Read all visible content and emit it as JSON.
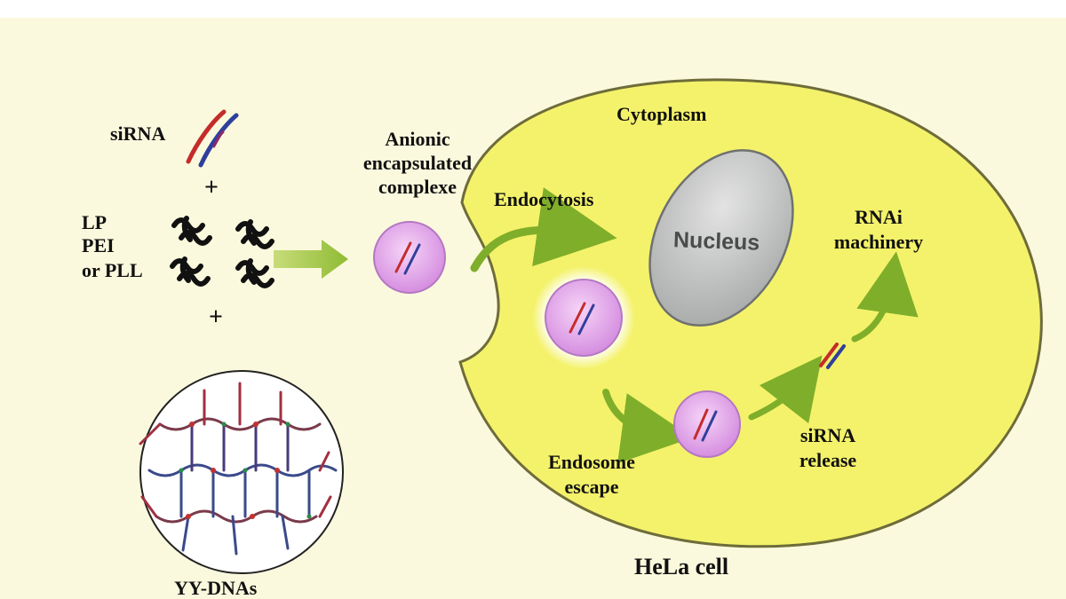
{
  "inputs": {
    "sirna_label": "siRNA",
    "plus_1": "+",
    "polymer_line1": "LP",
    "polymer_line2": "PEI",
    "polymer_line3": "or PLL",
    "plus_2": "+",
    "yy_label": "YY-DNAs"
  },
  "complex": {
    "line1": "Anionic",
    "line2": "encapsulated",
    "line3": "complexe"
  },
  "cell": {
    "name": "HeLa cell",
    "cytoplasm": "Cytoplasm",
    "nucleus": "Nucleus",
    "endocytosis": "Endocytosis",
    "rnai_line1": "RNAi",
    "rnai_line2": "machinery",
    "sirna_release_line1": "siRNA",
    "sirna_release_line2": "release",
    "endosome_line1": "Endosome",
    "endosome_line2": "escape"
  },
  "colors": {
    "background": "#fbf9dd",
    "cell_fill": "#f4f26a",
    "cell_stroke": "#6e6c3a",
    "nucleus_fill": "#c9cbca",
    "vesicle_fill": "#e4a6ea",
    "arrow_green": "#8bb830",
    "sirna_red": "#c42c2c",
    "sirna_blue": "#2f3f9c"
  }
}
